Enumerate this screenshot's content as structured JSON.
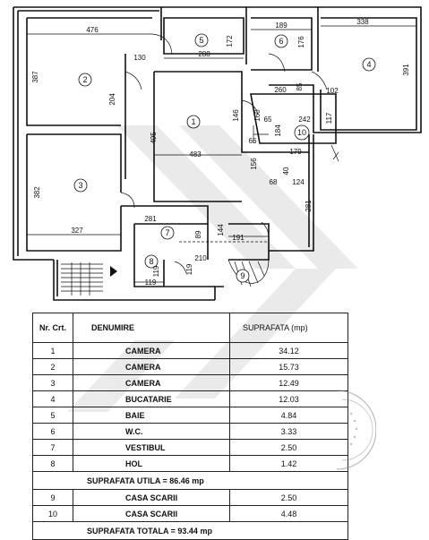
{
  "plan": {
    "rooms": [
      {
        "id": "1",
        "label": "1"
      },
      {
        "id": "2",
        "label": "2"
      },
      {
        "id": "3",
        "label": "3"
      },
      {
        "id": "4",
        "label": "4"
      },
      {
        "id": "5",
        "label": "5"
      },
      {
        "id": "6",
        "label": "6"
      },
      {
        "id": "7",
        "label": "7"
      },
      {
        "id": "8",
        "label": "8"
      },
      {
        "id": "9",
        "label": "9"
      },
      {
        "id": "10",
        "label": "10"
      }
    ],
    "dimensions": {
      "d476": "476",
      "d387": "387",
      "d130": "130",
      "d204": "204",
      "d288": "288",
      "d172": "172",
      "d189": "189",
      "d176": "176",
      "d338": "338",
      "d391": "391",
      "d260": "260",
      "d85": "85",
      "d102": "102",
      "d146": "146",
      "d160": "160",
      "d65": "65",
      "d242": "242",
      "d117": "117",
      "d184": "184",
      "d66": "66",
      "d495": "495",
      "d483": "483",
      "d179": "179",
      "d156": "156",
      "d40": "40",
      "d68": "68",
      "d124": "124",
      "d382": "382",
      "d281a": "281",
      "d281b": "281",
      "d327": "327",
      "d144": "144",
      "d89": "89",
      "d191": "191",
      "d119a": "119",
      "d210": "210",
      "d119b": "119",
      "d119c": "119"
    }
  },
  "table": {
    "headers": {
      "nr": "Nr. Crt.",
      "name": "DENUMIRE",
      "area": "SUPRAFATA (mp)"
    },
    "rows": [
      {
        "nr": "1",
        "name": "CAMERA",
        "area": "34.12"
      },
      {
        "nr": "2",
        "name": "CAMERA",
        "area": "15.73"
      },
      {
        "nr": "3",
        "name": "CAMERA",
        "area": "12.49"
      },
      {
        "nr": "4",
        "name": "BUCATARIE",
        "area": "12.03"
      },
      {
        "nr": "5",
        "name": "BAIE",
        "area": "4.84"
      },
      {
        "nr": "6",
        "name": "W.C.",
        "area": "3.33"
      },
      {
        "nr": "7",
        "name": "VESTIBUL",
        "area": "2.50"
      },
      {
        "nr": "8",
        "name": "HOL",
        "area": "1.42"
      }
    ],
    "summary_utila": "SUPRAFATA UTILA = 86.46 mp",
    "rows2": [
      {
        "nr": "9",
        "name": "CASA SCARII",
        "area": "2.50"
      },
      {
        "nr": "10",
        "name": "CASA SCARII",
        "area": "4.48"
      }
    ],
    "summary_totala": "SUPRAFATA TOTALA = 93.44 mp"
  }
}
